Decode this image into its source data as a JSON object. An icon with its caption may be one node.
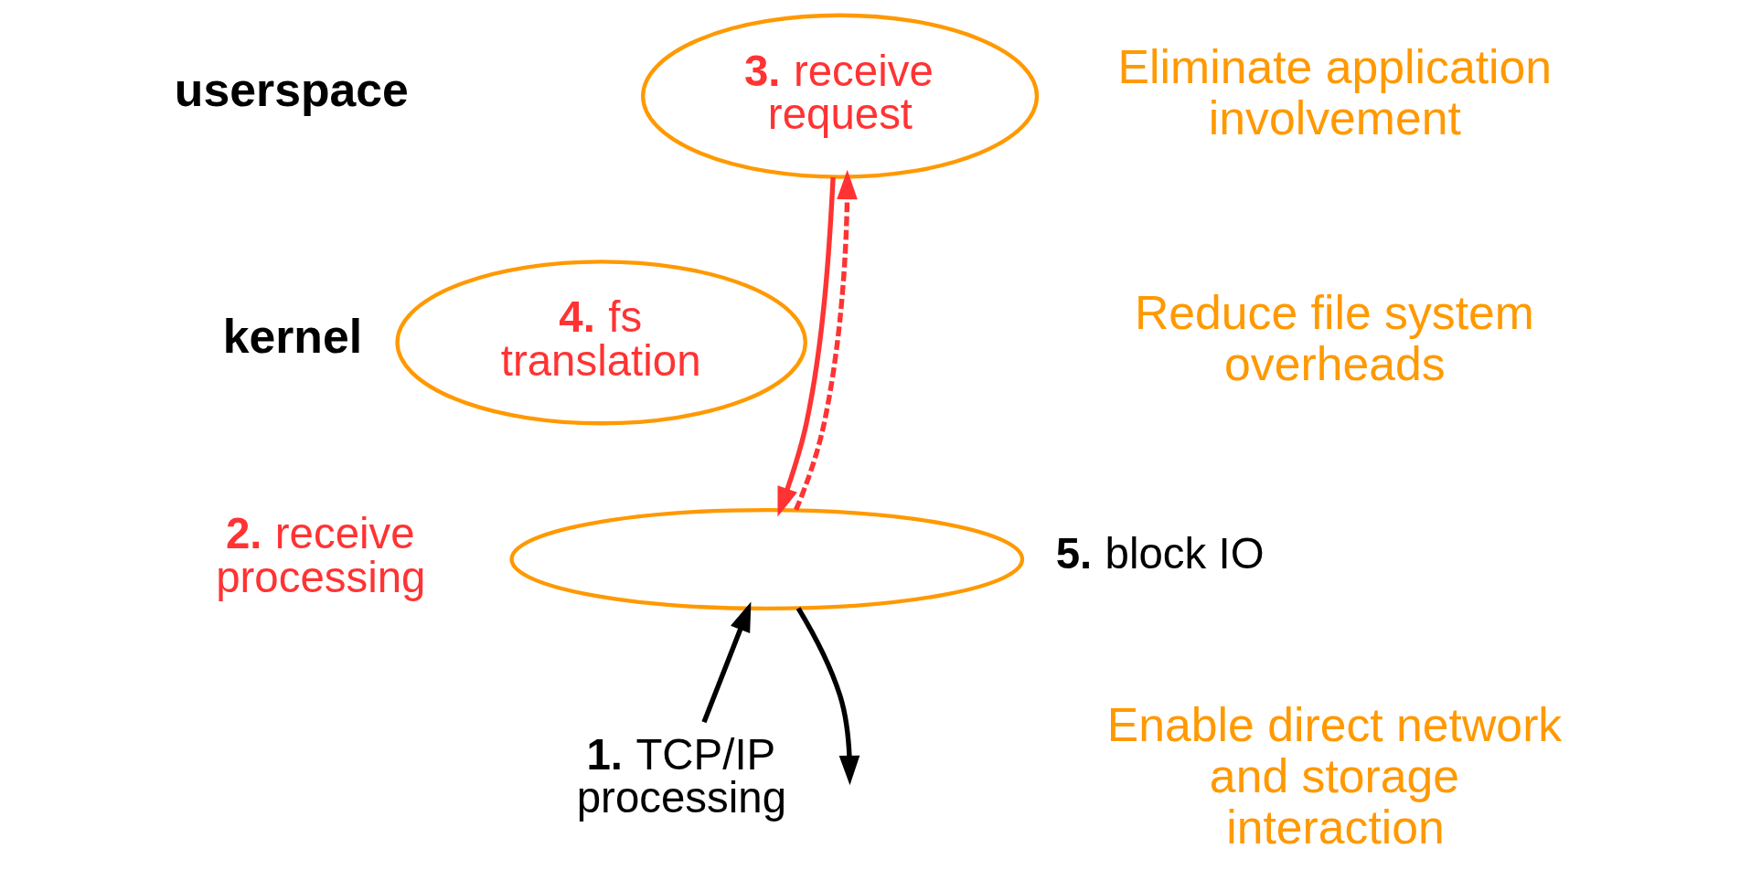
{
  "diagram": {
    "nodes": [
      {
        "text": [
          "**1.** TCP/IP processing"
        ]
      },
      {
        "text": [
          "**3.** receive request"
        ]
      },
      {
        "text": [
          "**4.** fs translation"
        ]
      },
      {
        "text": [],
        "shape": "ellipse",
        "beside": [
          "**2.** receive processing",
          "**5.** block IO"
        ]
      }
    ],
    "edges": [
      {
        "from": 0,
        "to": 3,
        "arrow": "to",
        "color": "#000000"
      },
      {
        "from": 3,
        "to": 1,
        "arrow": "to",
        "style": "dashed",
        "color": "#ff3333"
      },
      {
        "from": 1,
        "to": 3,
        "arrow": "to",
        "color": "#ff3333"
      },
      {
        "from": 3,
        "to": null,
        "arrow": "to",
        "color": "#000000"
      }
    ],
    "labels": [
      "userspace",
      "kernel",
      "Eliminate application involvement",
      "Reduce file system overheads",
      "Enable direct network and storage interaction"
    ]
  }
}
